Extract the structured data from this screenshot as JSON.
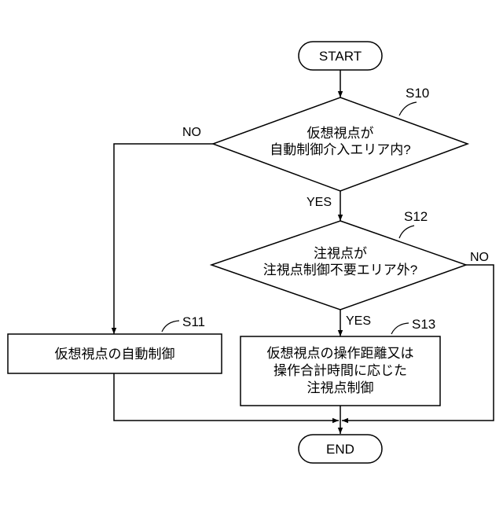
{
  "nodes": {
    "start": "START",
    "end": "END",
    "s10": {
      "step": "S10",
      "lines": [
        "仮想視点が",
        "自動制御介入エリア内?"
      ]
    },
    "s11": {
      "step": "S11",
      "lines": [
        "仮想視点の自動制御"
      ]
    },
    "s12": {
      "step": "S12",
      "lines": [
        "注視点が",
        "注視点制御不要エリア外?"
      ]
    },
    "s13": {
      "step": "S13",
      "lines": [
        "仮想視点の操作距離又は",
        "操作合計時間に応じた",
        "注視点制御"
      ]
    }
  },
  "edge_labels": {
    "s10_no": "NO",
    "s10_yes": "YES",
    "s12_no": "NO",
    "s12_yes": "YES"
  }
}
